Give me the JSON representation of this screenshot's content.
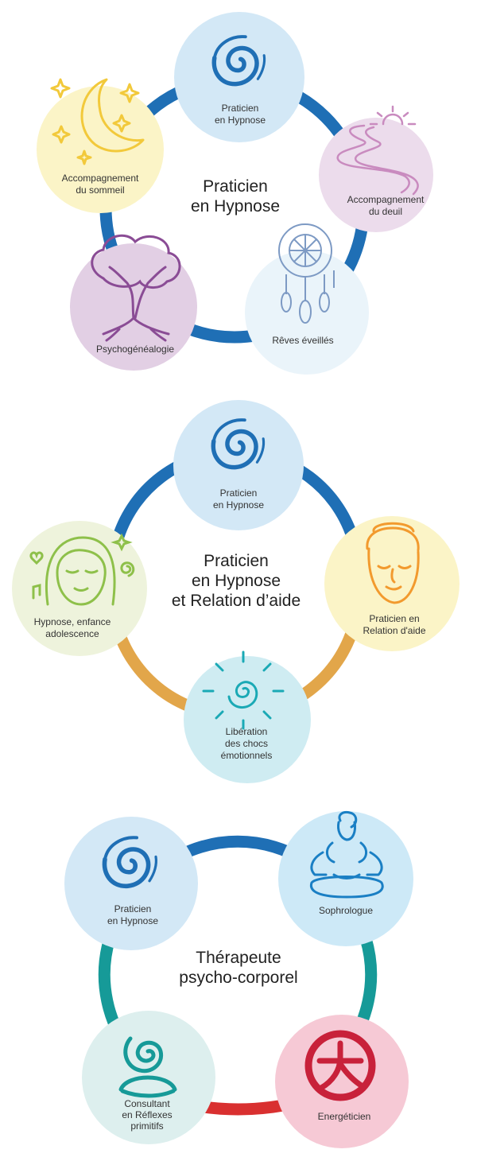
{
  "colors": {
    "ring_blue": "#1f6fb5",
    "ring_gold": "#e2a64a",
    "ring_teal": "#169a98",
    "ring_red": "#d93030",
    "circle_blue": "#d3e8f6",
    "circle_yellow": "#fbf4c7",
    "circle_lilac": "#ecdcec",
    "circle_purple": "#e2cfe4",
    "circle_pale_blue": "#eaf4fa",
    "circle_pale_green": "#eef3dc",
    "circle_cyan": "#cfecf2",
    "circle_sky": "#cde9f7",
    "circle_pale_teal": "#ddefee",
    "circle_pink": "#f6c9d5"
  },
  "cluster1": {
    "center_title": [
      "Praticien",
      "en Hypnose"
    ],
    "nodes": [
      {
        "icon": "spiral-icon",
        "label": [
          "Praticien",
          "en Hypnose"
        ]
      },
      {
        "icon": "winding-path-sunrise-icon",
        "label": [
          "Accompagnement",
          "du deuil"
        ]
      },
      {
        "icon": "dreamcatcher-icon",
        "label": [
          "Rêves éveillés"
        ]
      },
      {
        "icon": "family-tree-icon",
        "label": [
          "Psychogénéalogie"
        ]
      },
      {
        "icon": "moon-stars-icon",
        "label": [
          "Accompagnement",
          "du sommeil"
        ]
      }
    ]
  },
  "cluster2": {
    "center_title": [
      "Praticien",
      "en Hypnose",
      "et   Relation d’aide"
    ],
    "nodes": [
      {
        "icon": "spiral-icon",
        "label": [
          "Praticien",
          "en Hypnose"
        ]
      },
      {
        "icon": "woman-face-icon",
        "label": [
          "Praticien en",
          "Relation d'aide"
        ]
      },
      {
        "icon": "sun-spiral-icon",
        "label": [
          "Libération",
          "des chocs",
          "émotionnels"
        ]
      },
      {
        "icon": "girl-face-icon",
        "label": [
          "Hypnose, enfance",
          "adolescence"
        ]
      }
    ]
  },
  "cluster3": {
    "center_title": [
      "Thérapeute",
      "psycho-corporel"
    ],
    "nodes": [
      {
        "icon": "spiral-icon",
        "label": [
          "Praticien",
          "en Hypnose"
        ]
      },
      {
        "icon": "meditating-person-icon",
        "label": [
          "Sophrologue"
        ]
      },
      {
        "icon": "kanji-da-icon",
        "label": [
          "Energéticien"
        ]
      },
      {
        "icon": "spiral-seated-icon",
        "label": [
          "Consultant",
          "en Réflexes",
          "primitifs"
        ]
      }
    ]
  }
}
